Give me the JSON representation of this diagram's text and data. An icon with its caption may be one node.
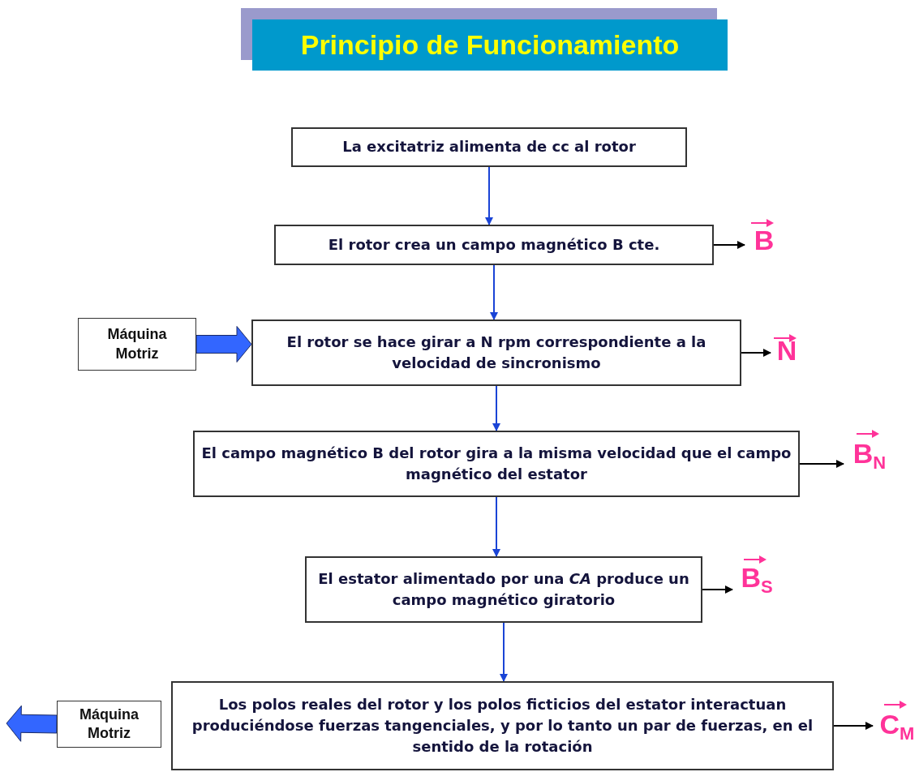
{
  "diagram": {
    "title": "Principio de Funcionamiento",
    "nodes": [
      {
        "text": [
          "La excitatriz alimenta de cc al rotor"
        ]
      },
      {
        "text": [
          "El rotor crea un campo magnético B cte."
        ]
      },
      {
        "text": [
          "B"
        ]
      },
      {
        "text": [
          "Máquina Motriz"
        ]
      },
      {
        "text": [
          "El rotor se hace girar a N rpm correspondiente a la velocidad de sincronismo"
        ]
      },
      {
        "text": [
          "N"
        ]
      },
      {
        "text": [
          "El campo magnético B del rotor gira a la misma velocidad que el campo magnético del estator"
        ]
      },
      {
        "text": [
          "B$_{N}$"
        ]
      },
      {
        "text": [
          "El estator alimentado por una *CA* produce un campo magnético giratorio"
        ]
      },
      {
        "text": [
          "B$_{S}$"
        ]
      },
      {
        "text": [
          "Máquina Motriz"
        ]
      },
      {
        "text": [
          "Los polos reales del rotor y los polos ficticios del estator interactuan produciéndose fuerzas tangenciales, y por lo tanto un par de fuerzas, en el sentido de la rotación"
        ]
      },
      {
        "text": [
          "C$_{M}$"
        ]
      }
    ],
    "edges": [
      {
        "from": 0,
        "to": 1,
        "arrow": "to"
      },
      {
        "from": 1,
        "to": 4,
        "arrow": "to"
      },
      {
        "from": 4,
        "to": 6,
        "arrow": "to"
      },
      {
        "from": 6,
        "to": 8,
        "arrow": "to"
      },
      {
        "from": 8,
        "to": 11,
        "arrow": "to"
      },
      {
        "from": 1,
        "to": 2,
        "arrow": "to",
        "color": "#000000"
      },
      {
        "from": 3,
        "to": 4,
        "arrow": "to",
        "style": "thick",
        "color": "#3366ff"
      },
      {
        "from": 4,
        "to": 5,
        "arrow": "to",
        "color": "#000000"
      },
      {
        "from": 6,
        "to": 7,
        "arrow": "to",
        "color": "#000000"
      },
      {
        "from": 8,
        "to": 9,
        "arrow": "to",
        "color": "#000000"
      },
      {
        "from": 11,
        "to": 12,
        "arrow": "to",
        "color": "#000000"
      },
      {
        "from": 10,
        "to": null,
        "arrow": "to",
        "style": "thick",
        "color": "#3366ff"
      }
    ]
  }
}
